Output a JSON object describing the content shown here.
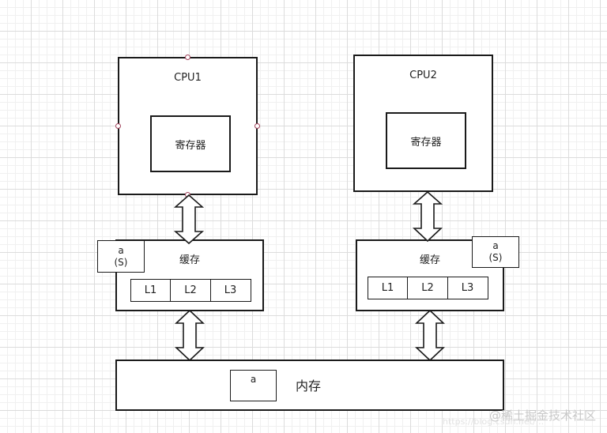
{
  "cpu1": {
    "title": "CPU1",
    "register": "寄存器",
    "cache": {
      "title": "缓存",
      "levels": [
        "L1",
        "L2",
        "L3"
      ],
      "tag": {
        "var": "a",
        "state": "(S)"
      }
    }
  },
  "cpu2": {
    "title": "CPU2",
    "register": "寄存器",
    "cache": {
      "title": "缓存",
      "levels": [
        "L1",
        "L2",
        "L3"
      ],
      "tag": {
        "var": "a",
        "state": "(S)"
      }
    }
  },
  "memory": {
    "title": "内存",
    "var": "a"
  },
  "watermark": {
    "text": "@稀土掘金技术社区",
    "url": "https://blog.csdn.net/..."
  }
}
